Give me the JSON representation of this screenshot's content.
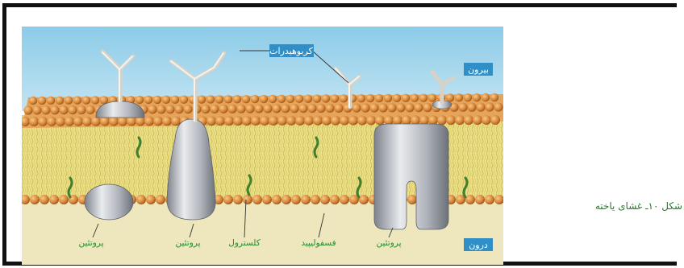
{
  "figure": {
    "labels": {
      "carbohydrates": "کربوهیدرات",
      "outside": "بیرون",
      "inside": "درون",
      "protein_1": "پروتئین",
      "protein_2": "پروتئین",
      "cholesterol": "کلسترول",
      "phospholipid": "فسفولیپید",
      "protein_3": "پروتئین"
    }
  },
  "caption": "شکل ۱۰ـ غشای یاخته",
  "colors": {
    "sky": "#9fd3ec",
    "membrane_tails": "#e8dc7a",
    "phospholipid_heads": "#d9893a",
    "inside_bg": "#ede3b4",
    "protein": "#b8bcc4",
    "carbohydrate": "#e8e4dc",
    "cholesterol": "#3f7f2e",
    "label_box": "#2f8fc6",
    "label_text": "#2a8a30"
  }
}
